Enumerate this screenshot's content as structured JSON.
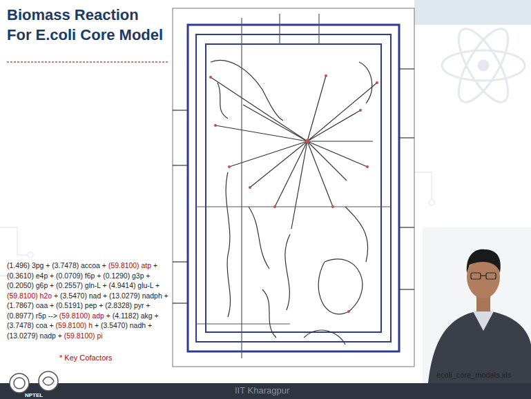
{
  "diagram": {
    "title": "Biomass Reaction For E.coli Core Model",
    "labels": [
      "(1.496) 3pg + (3.7478) accoa +",
      "(59.8100) atp",
      "+",
      "(0.3610) e4p + (0.0709) f6p + (0.1290) g3p +",
      "(0.2050) g6p + (0.2557) gln-L + (4.9414) glu-L +",
      "(59.8100) h2o",
      "+ (3.5470) nad + (13.0279) nadph +",
      "(1.7867) oaa + (0.5191) pep + (2.8328) pyr +",
      "(0.8977) r5p -->",
      "(59.8100) adp",
      "+ (4.1182) akg +",
      "(3.7478) coa +",
      "(59.8100) h",
      "+ (3.5470) nadh +",
      "(13.0279) nadp +",
      "(59.8100) pi",
      "* Key Cofactors",
      "ecoli_core_models.xls",
      "IIT Kharagpur",
      "NPTEL"
    ]
  }
}
